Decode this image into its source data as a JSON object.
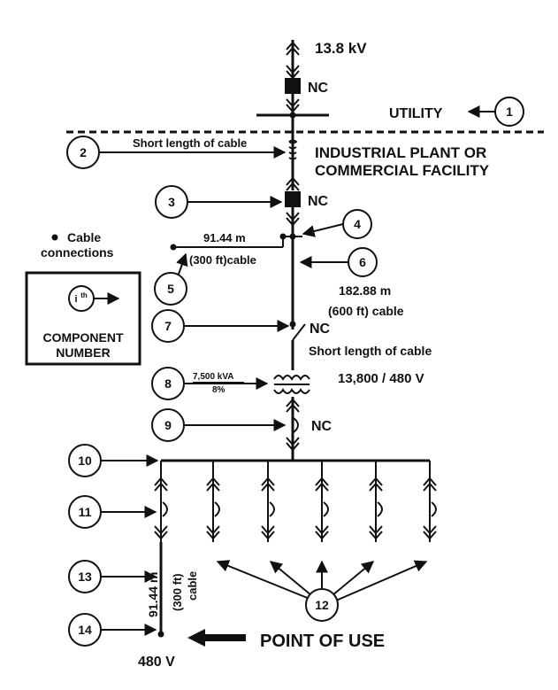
{
  "texts": {
    "voltage_top": "13.8 kV",
    "nc_top": "NC",
    "utility": "UTILITY",
    "short_cable_top": "Short length of cable",
    "plant_line1": "INDUSTRIAL PLANT  OR",
    "plant_line2": "COMMERCIAL FACILITY",
    "nc_3": "NC",
    "legend_cable_1": "Cable",
    "legend_cable_2": "connections",
    "cable_5_len": "91.44 m",
    "cable_5_ft": "(300 ft)cable",
    "cable_6_len": "182.88 m",
    "cable_6_ft": "(600 ft) cable",
    "legend_ith": "i",
    "legend_th": "th",
    "legend_comp_1": "COMPONENT",
    "legend_comp_2": "NUMBER",
    "nc_7": "NC",
    "short_cable_7": "Short length of cable",
    "xfmr_kva": "7,500 kVA",
    "xfmr_pct": "8%",
    "xfmr_ratio": "13,800 / 480 V",
    "nc_9": "NC",
    "cable_13_len": "91.44 m",
    "cable_13_ft": "(300 ft)",
    "cable_13_word": "cable",
    "point_of_use": "POINT OF USE",
    "v480": "480 V"
  },
  "components": [
    "1",
    "2",
    "3",
    "4",
    "5",
    "6",
    "7",
    "8",
    "9",
    "10",
    "11",
    "12",
    "13",
    "14"
  ]
}
